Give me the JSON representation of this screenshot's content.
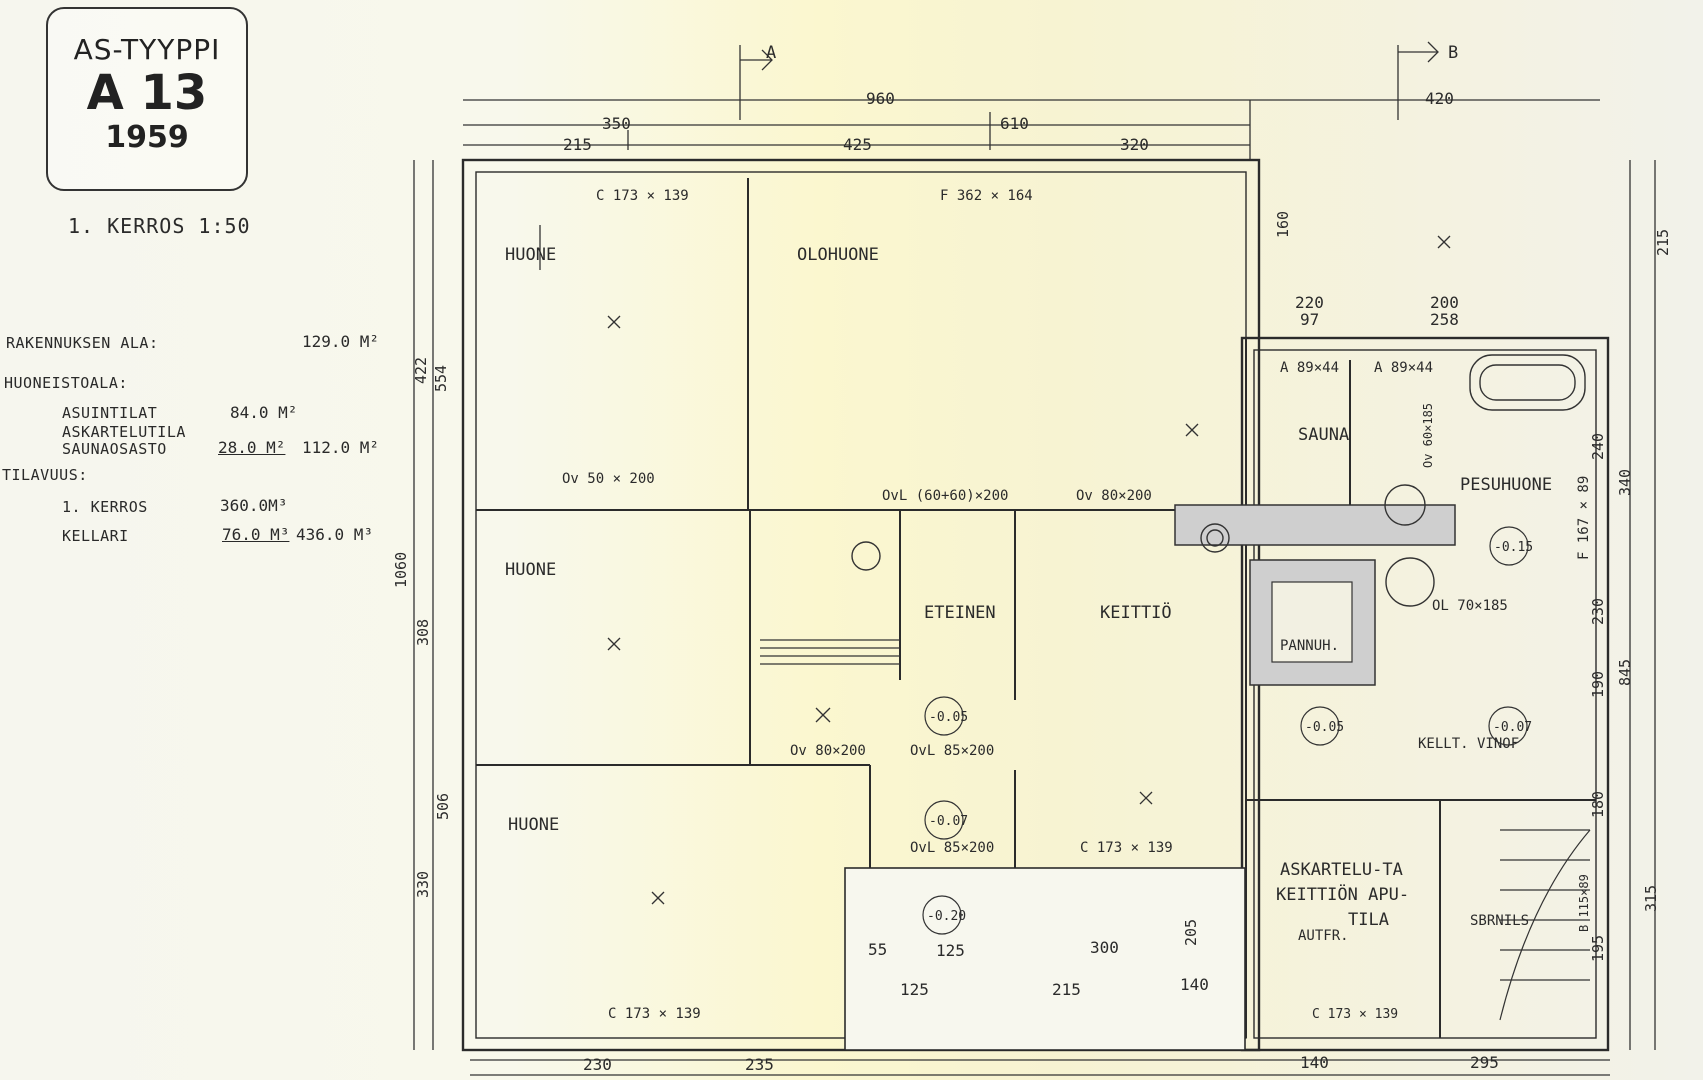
{
  "title_block": {
    "type": "AS-TYYPPI",
    "code": "A 13",
    "year": "1959"
  },
  "floor_label": "1. KERROS 1:50",
  "area_table": {
    "building_area_label": "RAKENNUKSEN ALA:",
    "building_area_value": "129.0 M²",
    "apartment_area_label": "HUONEISTOALA:",
    "living_label": "ASUINTILAT",
    "living_value": "84.0 M²",
    "workshop_label": "ASKARTELUTILA",
    "sauna_label": "SAUNAOSASTO",
    "sauna_value": "28.0 M²",
    "apartment_total": "112.0 M²",
    "volume_label": "TILAVUUS:",
    "floor1_label": "1. KERROS",
    "floor1_value": "360.0M³",
    "cellar_label": "KELLARI",
    "cellar_value": "76.0 M³",
    "volume_total": "436.0 M³"
  },
  "section_marks": [
    "A",
    "B"
  ],
  "rooms": {
    "huone_1": "HUONE",
    "olohuone": "OLOHUONE",
    "huone_2": "HUONE",
    "huone_3": "HUONE",
    "eteinen": "ETEINEN",
    "keittio": "KEITTIÖ",
    "sauna": "SAUNA",
    "pesuhuone": "PESUHUONE",
    "pannuh": "PANNUH.",
    "askartelu": "ASKARTELU-TA",
    "keittion_apu": "KEITTIÖN APU-",
    "tila": "TILA",
    "autfr": "AUTFR.",
    "kellari_vinof": "KELLT. VINOF",
    "sbrnils": "SBRNILS"
  },
  "openings": {
    "c1": "C 173 × 139",
    "f1": "F 362 × 164",
    "c2": "C 173 × 139",
    "c3": "C 173 × 139",
    "c4": "C 173 × 139",
    "f2": "F 167 × 89",
    "a1": "A 89×44",
    "a2": "A 89×44",
    "ov_50x200": "Ov 50 × 200",
    "ovl_window": "OvL (60+60)×200",
    "ov_80x200_a": "Ov 80×200",
    "ov_80x200_b": "Ov 80×200",
    "ovl_85x200_a": "OvL 85×200",
    "ovl_85x200_b": "OvL 85×200",
    "ol_70x185": "OL 70×185",
    "ov_60x185": "Ov 60×185",
    "b_115x89": "B 115×89"
  },
  "levels": [
    "-0.05",
    "-0.07",
    "-0.05",
    "-0.07",
    "-0.15",
    "-0.20"
  ],
  "dimensions": {
    "top_960": "960",
    "top_420": "420",
    "top_350": "350",
    "top_610": "610",
    "top_215": "215",
    "top_425": "425",
    "top_320": "320",
    "left_422": "422",
    "left_554": "554",
    "left_1060": "1060",
    "left_308": "308",
    "left_506": "506",
    "left_330": "330",
    "right_215": "215",
    "right_240": "240",
    "right_340": "340",
    "right_230": "230",
    "right_190": "190",
    "right_845": "845",
    "right_180": "180",
    "right_315": "315",
    "right_195": "195",
    "bot_230": "230",
    "bot_235": "235",
    "bot_140": "140",
    "bot_295": "295",
    "in_220": "220",
    "in_97": "97",
    "in_200": "200",
    "in_258": "258",
    "in_160": "160",
    "in_300": "300",
    "in_125a": "125",
    "in_125b": "125",
    "in_55": "55",
    "in_215": "215",
    "in_205": "205",
    "in_140": "140"
  }
}
